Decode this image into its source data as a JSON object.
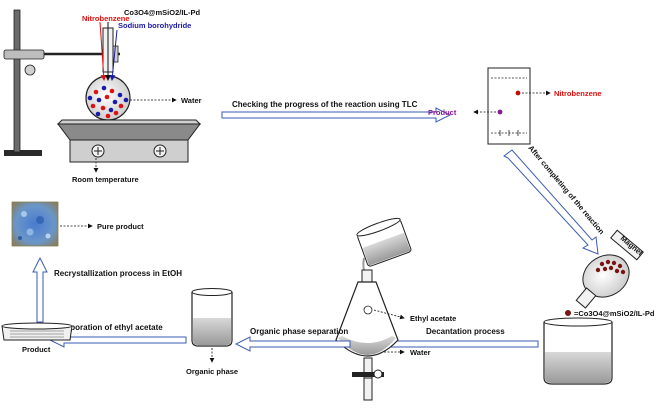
{
  "labels": {
    "nitrobenzene_top": "Nitrobenzene",
    "catalyst_top": "Co3O4@mSiO2/IL-Pd",
    "sodium_borohydride": "Sodium borohydride",
    "water_top": "Water",
    "room_temperature": "Room temperature",
    "tlc_step": "Checking the progress of the reaction using TLC",
    "product_tlc": "Product",
    "nitrobenzene_tlc": "Nitrobenzene",
    "after_completing": "After completing of the reaction",
    "magnet": "Magnet",
    "catalyst_legend": "=Co3O4@mSiO2/IL-Pd",
    "decantation": "Decantation process",
    "ethyl_acetate": "Ethyl acetate",
    "water_funnel": "Water",
    "organic_phase_separation": "Organic phase separation",
    "organic_phase": "Organic phase",
    "evaporation": "Evaporation of ethyl acetate",
    "product_dish": "Product",
    "recrystallization": "Recrystallization process in EtOH",
    "pure_product": "Pure product"
  },
  "colors": {
    "arrow_outline": "#3b5bb5",
    "nitrobenzene": "#e01010",
    "borohydride": "#1a1aa8",
    "product": "#8a1a9a",
    "catalyst_particle": "#7a1515"
  }
}
